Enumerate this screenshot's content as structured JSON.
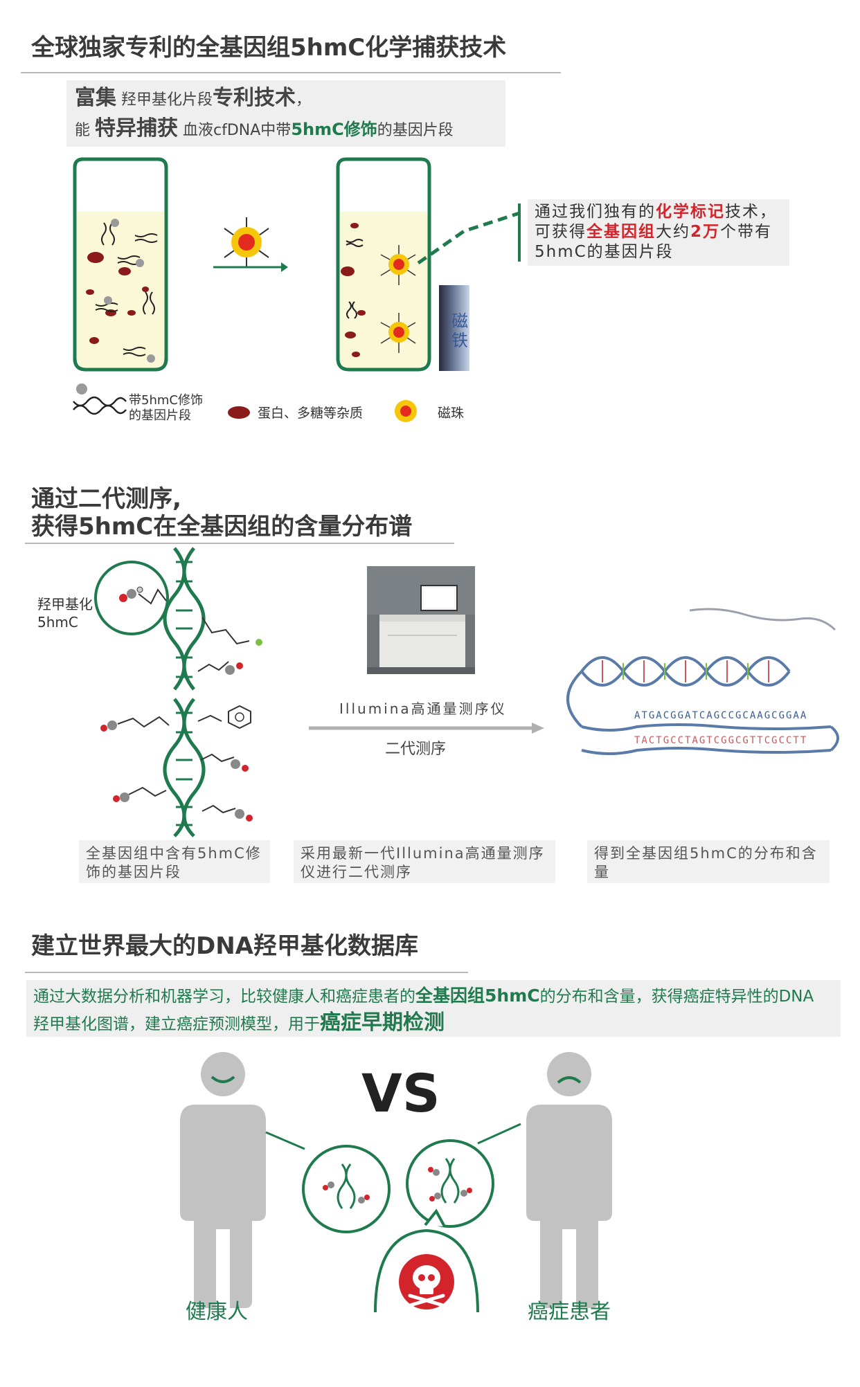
{
  "section1": {
    "title": "全球独家专利的全基因组5hmC化学捕获技术",
    "intro_l1_a": "富集",
    "intro_l1_b": "羟甲基化片段",
    "intro_l1_c": "专利技术",
    "intro_l1_d": "，",
    "intro_l2_a": "能",
    "intro_l2_b": "特异捕获",
    "intro_l2_c": "血液cfDNA中带",
    "intro_l2_d": "5hmC修饰",
    "intro_l2_e": "的基因片段",
    "callout_a": "通过我们独有的",
    "callout_b": "化学标记",
    "callout_c": "技术，可获得",
    "callout_d": "全基因组",
    "callout_e": "大约",
    "callout_f": "2万",
    "callout_g": "个带有5hmC的基因片段",
    "magnet_label": "磁铁",
    "legend_dna": "带5hmC修饰的基因片段",
    "legend_protein": "蛋白、多糖等杂质",
    "legend_bead": "磁珠"
  },
  "section2": {
    "title_l1": "通过二代测序,",
    "title_l2": "获得5hmC在全基因组的含量分布谱",
    "label_5hmc": "羟甲基化\n5hmC",
    "sequencer_label": "Illumina高通量测序仪",
    "arrow_label": "二代测序",
    "seq_top": "ATGACGGATCAGCCGCAAGCGGAA",
    "seq_bottom": "TACTGCCTAGTCGGCGTTCGCCTT",
    "caption1": "全基因组中含有5hmC修饰的基因片段",
    "caption2": "采用最新一代Illumina高通量测序仪进行二代测序",
    "caption3": "得到全基因组5hmC的分布和含量"
  },
  "section3": {
    "title": "建立世界最大的DNA羟甲基化数据库",
    "desc_a": "通过大数据分析和机器学习，比较健康人和癌症患者的",
    "desc_b": "全基因组5hmC",
    "desc_c": "的分布和含量，获得癌症特异性的DNA羟甲基化图谱，建立癌症预测模型，用于",
    "desc_d": "癌症早期检测",
    "vs": "VS",
    "healthy_label": "健康人",
    "patient_label": "癌症患者"
  },
  "colors": {
    "green": "#1f7a4d",
    "red": "#d4242b",
    "dark_red": "#8b1a1a",
    "liquid": "#fbf8d8",
    "person_grey": "#c2c2c2"
  },
  "icons": [
    "dna-icon",
    "magnetic-bead-icon",
    "protein-blob-icon",
    "sequencer-icon",
    "skull-icon",
    "smile-face-icon",
    "sad-face-icon",
    "magnet-icon"
  ]
}
